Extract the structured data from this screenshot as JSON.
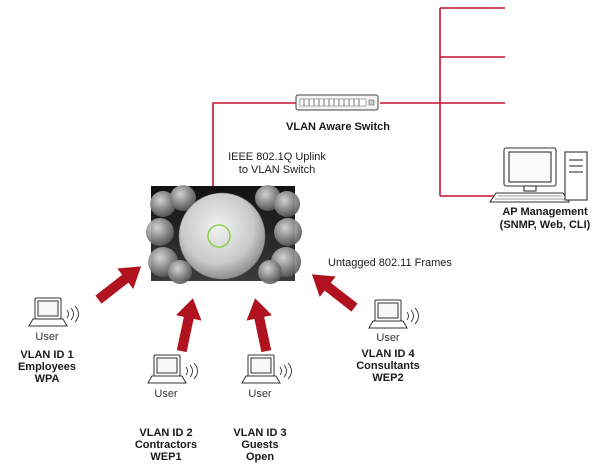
{
  "switch": {
    "label": "VLAN Aware Switch"
  },
  "uplink": {
    "line1": "IEEE 802.1Q Uplink",
    "line2": "to VLAN Switch"
  },
  "ap_management": {
    "line1": "AP Management",
    "line2": "(SNMP, Web, CLI)"
  },
  "frames_label": "Untagged 802.11 Frames",
  "colors": {
    "link": "#c8102e",
    "arrow": "#b0121f"
  },
  "clients": [
    {
      "user": "User",
      "vlan": "VLAN ID 1",
      "group": "Employees",
      "security": "WPA"
    },
    {
      "user": "User",
      "vlan": "VLAN ID 2",
      "group": "Contractors",
      "security": "WEP1"
    },
    {
      "user": "User",
      "vlan": "VLAN ID 3",
      "group": "Guests",
      "security": "Open"
    },
    {
      "user": "User",
      "vlan": "VLAN ID 4",
      "group": "Consultants",
      "security": "WEP2"
    }
  ]
}
